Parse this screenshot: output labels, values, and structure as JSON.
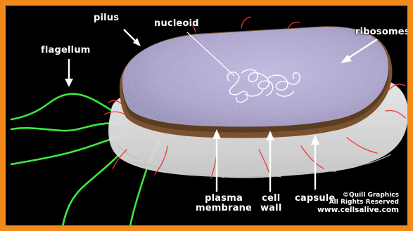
{
  "labels": {
    "pilus": "pilus",
    "nucleoid": "nucleoid",
    "ribosomes": "ribosomes",
    "flagellum": "flagellum",
    "plasma_membrane_1": "plasma",
    "plasma_membrane_2": "membrane",
    "cell_wall_1": "cell",
    "cell_wall_2": "wall",
    "capsule": "capsule"
  },
  "credits": {
    "line1": "©Quill Graphics",
    "line2": "All Rights Reserved",
    "line3": "www.cellsalive.com"
  },
  "colors": {
    "frame": "#f08a1c",
    "background": "#000000",
    "cytoplasm": "#9d93c4",
    "cell_wall": "#7a5230",
    "capsule": "#e3e3e3",
    "flagella": "#3ee63e",
    "pili": "#e83a3a",
    "labels": "#ffffff"
  }
}
